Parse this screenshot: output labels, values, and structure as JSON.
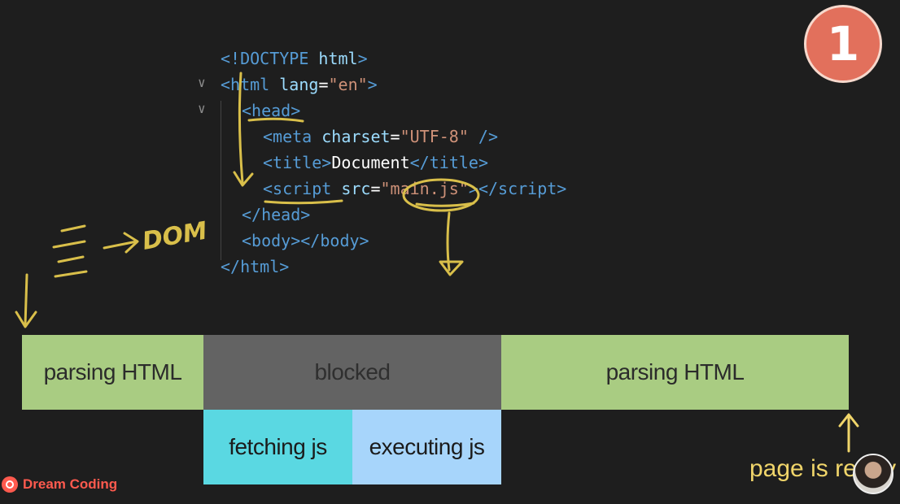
{
  "code": {
    "lines": [
      {
        "indent": 0,
        "caret": false,
        "p1": "<!",
        "p2": "DOCTYPE",
        "p3": " html",
        "p4": ">"
      },
      {
        "indent": 0,
        "caret": true,
        "open": "<",
        "tag": "html",
        "attr": " lang",
        "eq": "=",
        "str": "\"en\"",
        "close": ">"
      },
      {
        "indent": 1,
        "caret": true,
        "open": "<",
        "tag": "head",
        "close": ">"
      },
      {
        "indent": 2,
        "caret": false,
        "open": "<",
        "tag": "meta",
        "attr": " charset",
        "eq": "=",
        "str": "\"UTF-8\"",
        "close": " />"
      },
      {
        "indent": 2,
        "caret": false,
        "open": "<",
        "tag": "title",
        "close": ">",
        "text": "Document",
        "endopen": "</",
        "endtag": "title",
        "endclose": ">"
      },
      {
        "indent": 2,
        "caret": false,
        "open": "<",
        "tag": "script",
        "attr": " src",
        "eq": "=",
        "str": "\"main.js\"",
        "close": ">",
        "endopen": "</",
        "endtag": "script",
        "endclose": ">"
      },
      {
        "indent": 1,
        "caret": false,
        "open": "</",
        "tag": "head",
        "close": ">"
      },
      {
        "indent": 1,
        "caret": false,
        "open": "<",
        "tag": "body",
        "close": ">",
        "endopen": "</",
        "endtag": "body",
        "endclose": ">"
      },
      {
        "indent": 0,
        "caret": false,
        "open": "</",
        "tag": "html",
        "close": ">"
      }
    ]
  },
  "annotations": {
    "dom_label": "DOM"
  },
  "timeline": {
    "row1": [
      {
        "label": "parsing HTML",
        "color": "#a9cc82",
        "text_color": "#2b2b2b"
      },
      {
        "label": "blocked",
        "color": "#636363",
        "text_color": "#2f2f2f"
      },
      {
        "label": "parsing HTML",
        "color": "#a9cc82",
        "text_color": "#2b2b2b"
      }
    ],
    "row2": [
      {
        "label": "fetching js",
        "color": "#5ad8e2",
        "text_color": "#1b1b1b"
      },
      {
        "label": "executing js",
        "color": "#a7d5fb",
        "text_color": "#1b1b1b"
      }
    ]
  },
  "page_ready_label": "page is ready",
  "badge_number": "1",
  "brand": "Dream Coding",
  "colors": {
    "annotation": "#d9bf4a",
    "ready": "#f0d56a"
  }
}
